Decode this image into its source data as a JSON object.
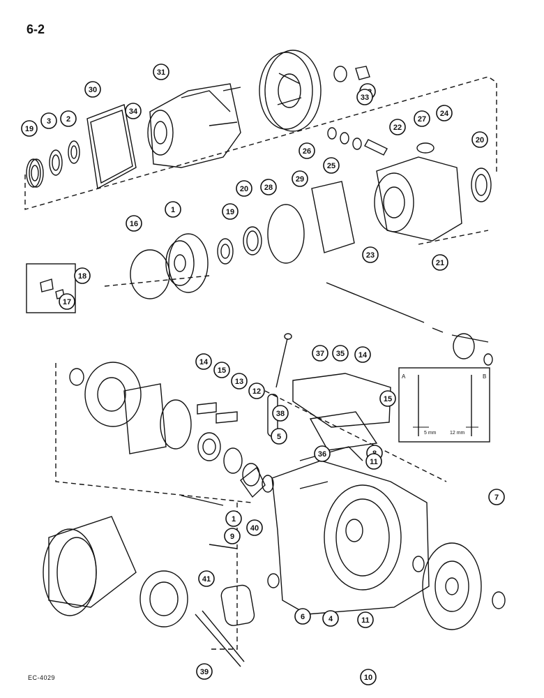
{
  "page": {
    "number": "6-2",
    "code": "EC-4029"
  },
  "callouts": [
    "1",
    "1",
    "2",
    "3",
    "4",
    "5",
    "6",
    "7",
    "8",
    "9",
    "10",
    "11",
    "11",
    "12",
    "13",
    "14",
    "14",
    "15",
    "15",
    "16",
    "17",
    "18",
    "19",
    "19",
    "20",
    "20",
    "21",
    "22",
    "23",
    "24",
    "25",
    "26",
    "27",
    "28",
    "29",
    "30",
    "31",
    "32",
    "33",
    "34",
    "35",
    "36",
    "37",
    "38",
    "39",
    "40",
    "41"
  ],
  "inset": {
    "label_a": "A",
    "label_b": "B",
    "dim_a": "5 mm",
    "dim_b": "12 mm"
  }
}
